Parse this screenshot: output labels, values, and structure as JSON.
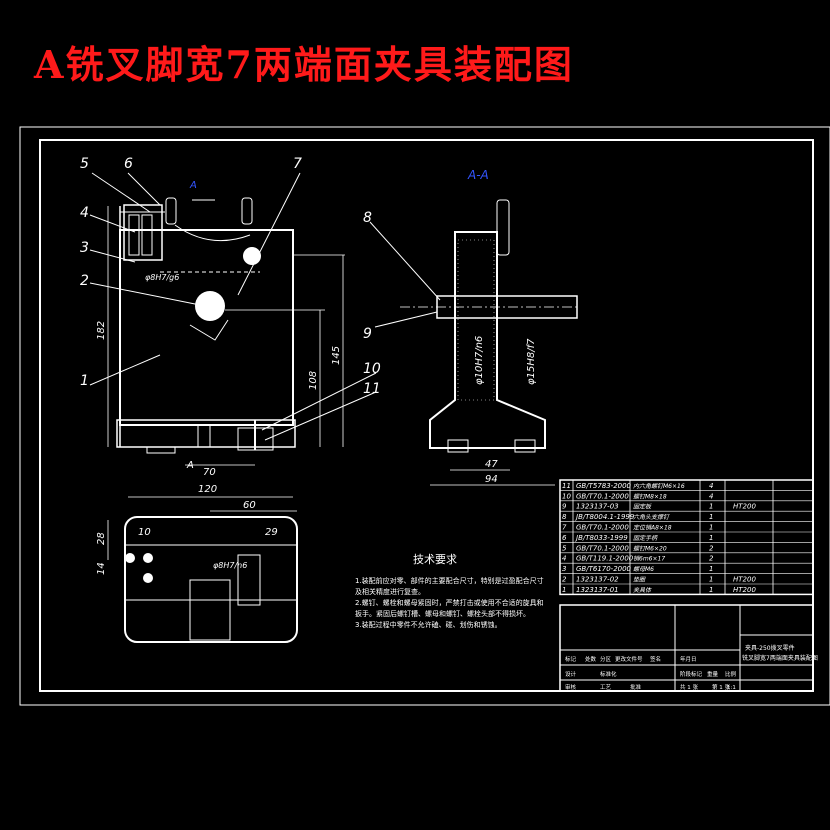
{
  "title": "A铣叉脚宽7两端面夹具装配图",
  "colors": {
    "title": "#ff1a1a",
    "lines": "#ffffff",
    "section_label": "#3355ff",
    "background": "#000000"
  },
  "balloons": [
    "1",
    "2",
    "3",
    "4",
    "5",
    "6",
    "7",
    "8",
    "9",
    "10",
    "11"
  ],
  "section_marks": {
    "front": "A",
    "side": "A-A",
    "bottom": "A"
  },
  "dimensions": {
    "d182": "182",
    "d145": "145",
    "d108": "108",
    "d70": "70",
    "d120": "120",
    "d47": "47",
    "d94": "94",
    "d60": "60",
    "d10": "10",
    "d29": "29",
    "d28": "28",
    "d14": "14",
    "fit1": "φ8H7/g6",
    "fit2": "φ10H7/n6",
    "fit3": "φ15H8/f7",
    "fit4": "φ8H7/n6"
  },
  "tech_requirements": {
    "heading": "技术要求",
    "lines": [
      "1.装配前应对零、部件的主要配合尺寸，特别是过盈配合尺寸",
      "及相关精度进行复查。",
      "2.螺钉、螺栓和螺母紧固时，严禁打击或使用不合适的旋具和",
      "扳手。紧固后螺钉槽、螺母和螺钉、螺栓头部不得损坏。",
      "3.装配过程中零件不允许磕、碰、划伤和锈蚀。"
    ]
  },
  "bom": [
    {
      "no": "11",
      "std": "GB/T5783-2000",
      "name": "内六角螺钉M6×16",
      "qty": "4",
      "mat": ""
    },
    {
      "no": "10",
      "std": "GB/T70.1-2000",
      "name": "螺钉M8×18",
      "qty": "4",
      "mat": ""
    },
    {
      "no": "9",
      "std": "1323137-03",
      "name": "固定板",
      "qty": "1",
      "mat": "HT200"
    },
    {
      "no": "8",
      "std": "JB/T8004.1-1999",
      "name": "六角头支撑钉",
      "qty": "1",
      "mat": ""
    },
    {
      "no": "7",
      "std": "GB/T70.1-2000",
      "name": "定位销A8×18",
      "qty": "1",
      "mat": ""
    },
    {
      "no": "6",
      "std": "JB/T8033-1999",
      "name": "固定手柄",
      "qty": "1",
      "mat": ""
    },
    {
      "no": "5",
      "std": "GB/T70.1-2000",
      "name": "螺钉M6×20",
      "qty": "2",
      "mat": ""
    },
    {
      "no": "4",
      "std": "GB/T119.1-2000",
      "name": "销6m6×17",
      "qty": "2",
      "mat": ""
    },
    {
      "no": "3",
      "std": "GB/T6170-2000",
      "name": "螺母M6",
      "qty": "1",
      "mat": ""
    },
    {
      "no": "2",
      "std": "1323137-02",
      "name": "垫圈",
      "qty": "1",
      "mat": "HT200"
    },
    {
      "no": "1",
      "std": "1323137-01",
      "name": "夹具体",
      "qty": "1",
      "mat": "HT200"
    }
  ],
  "title_block": {
    "name_line1": "夹具-250拨叉零件",
    "name_line2": "铣叉脚宽7两端面夹具装配图",
    "cells": [
      "标记",
      "处数",
      "分区",
      "更改文件号",
      "签名",
      "年月日",
      "设计",
      "标准化",
      "阶段标记",
      "重量",
      "比例",
      "审核",
      "工艺",
      "批准",
      "共 1 张",
      "第 1 张",
      "1:1"
    ]
  }
}
